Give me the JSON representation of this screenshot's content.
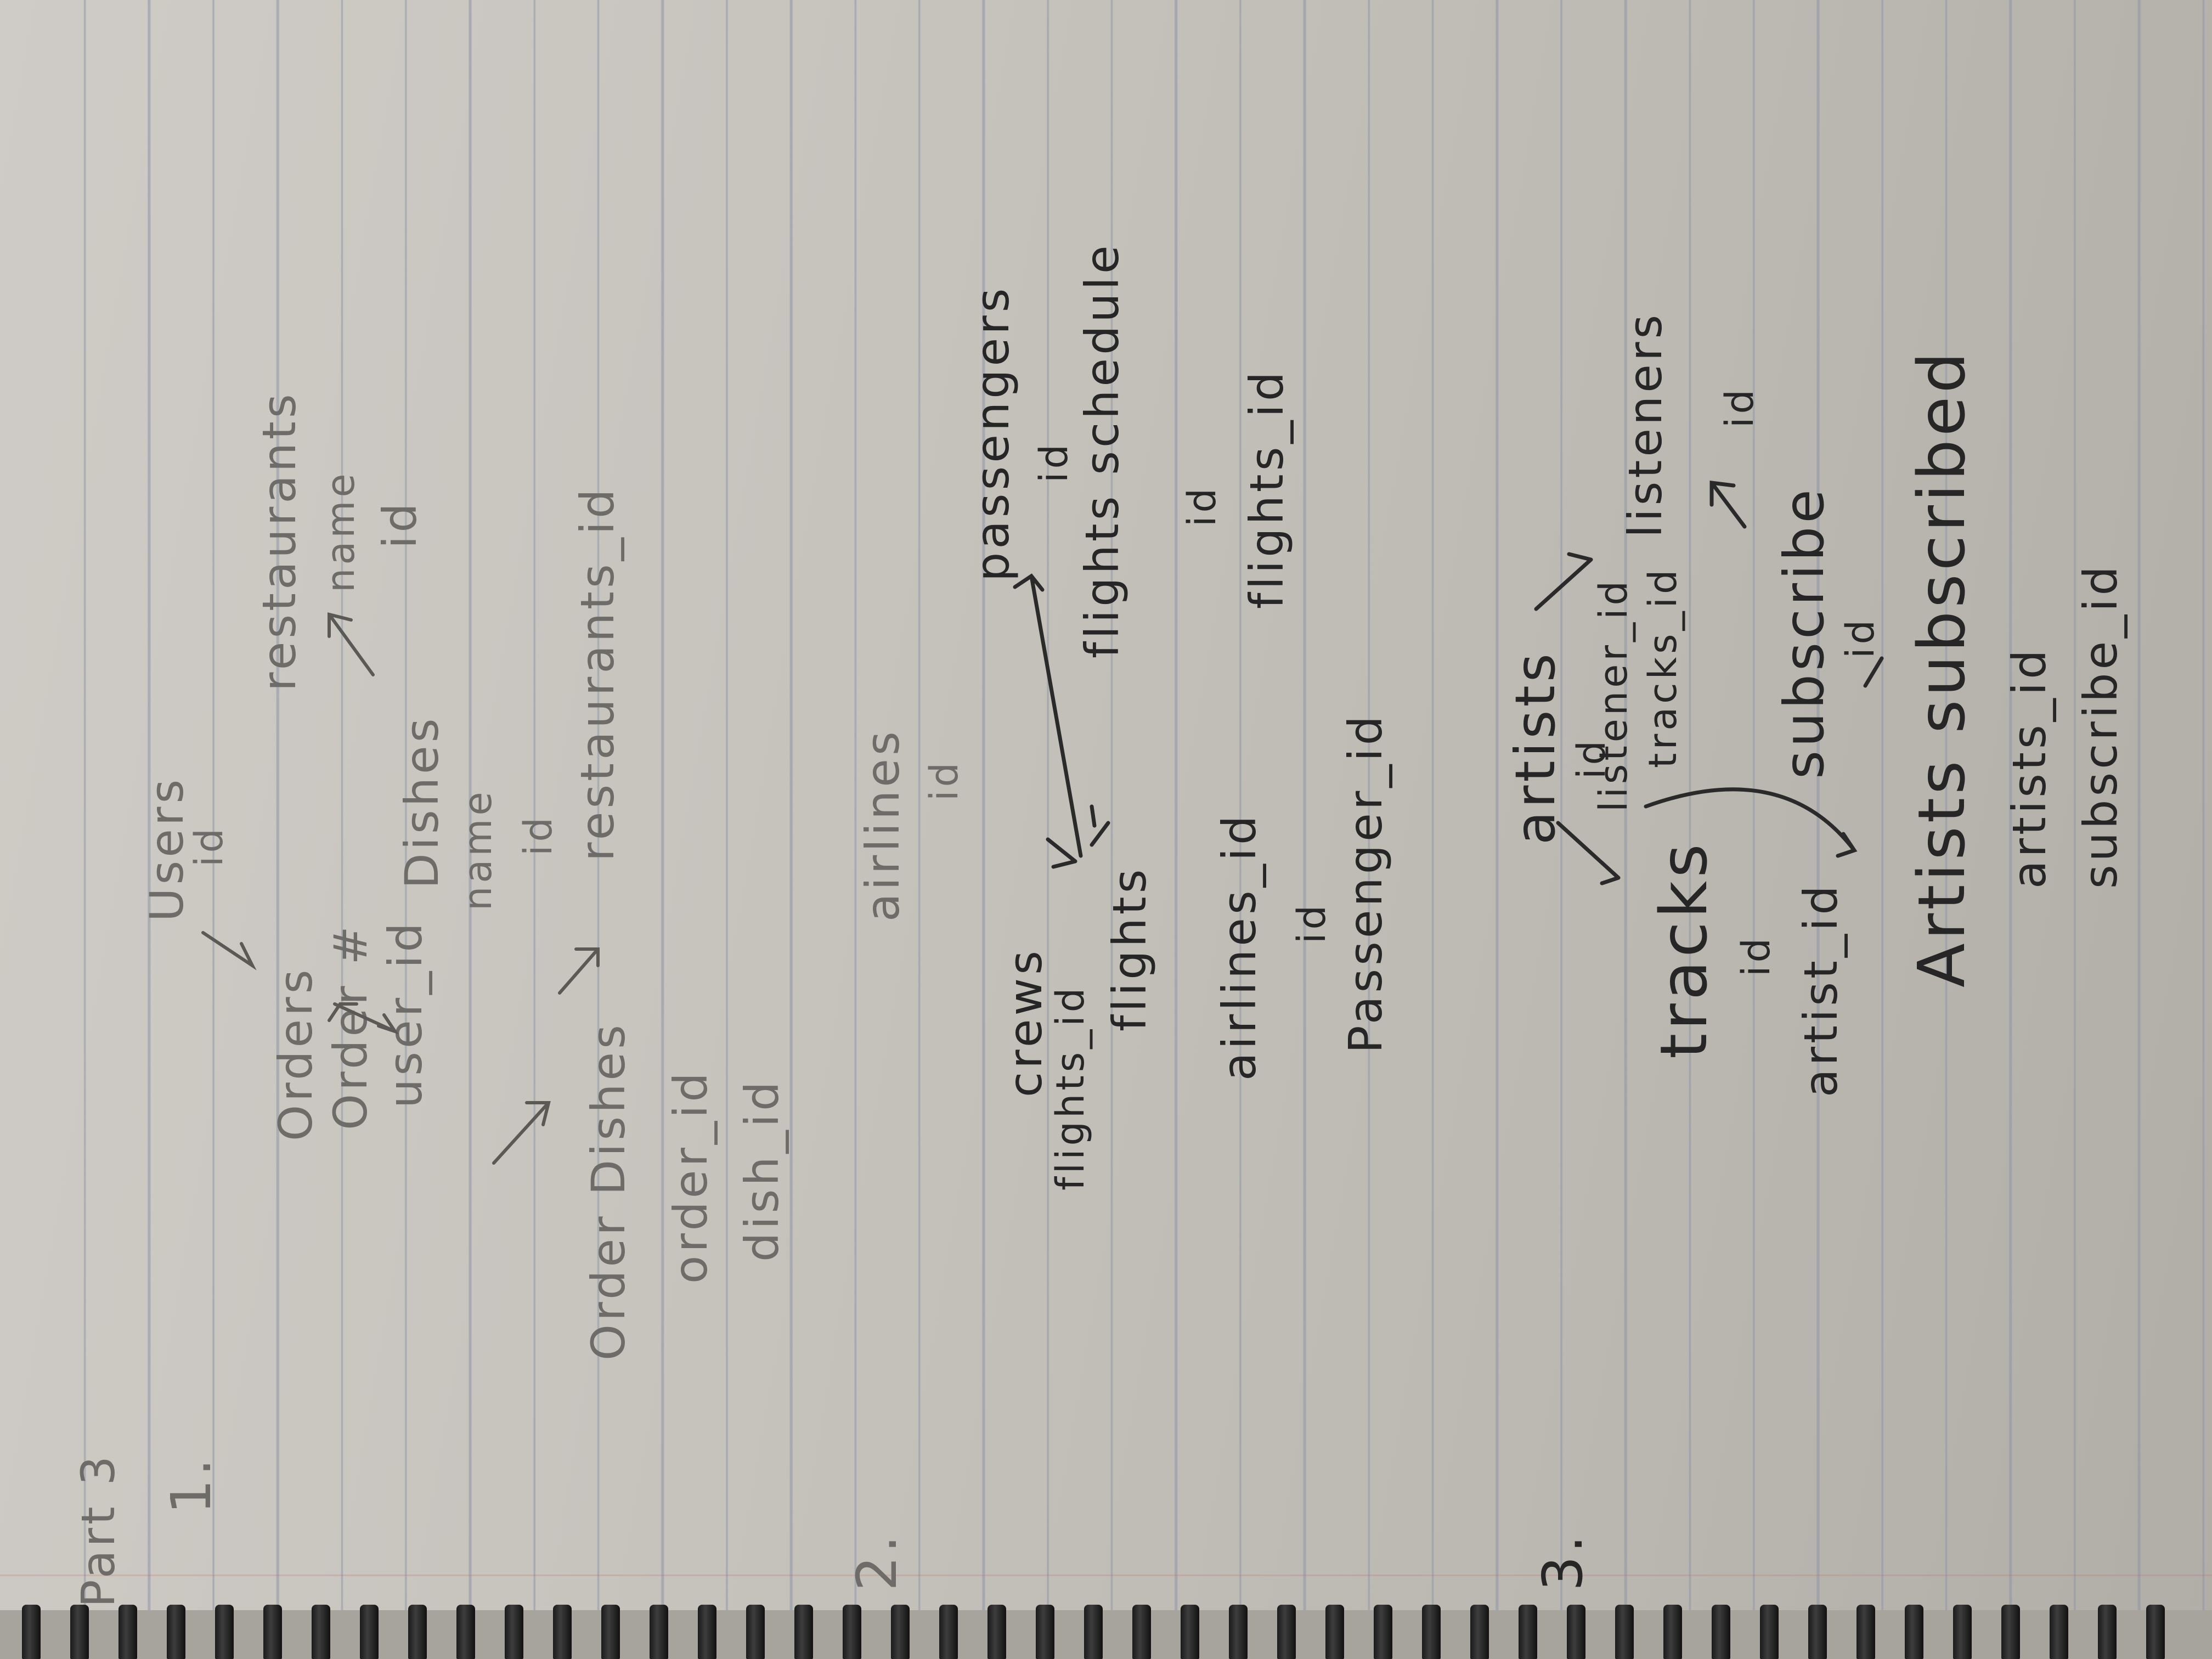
{
  "colors": {
    "paper": "#c8c4be",
    "ruled_line": "#8c96a5",
    "ink": "#262626",
    "pencil": "#6e6c69",
    "binding": "#1a1a1a"
  },
  "header": {
    "part": "Part 3"
  },
  "problem1": {
    "number": "1.",
    "users": {
      "title": "Users",
      "field": "id"
    },
    "restaurants": {
      "title": "restaurants",
      "field1": "name",
      "field2": "id"
    },
    "orders": {
      "title": "Orders",
      "field1": "Order #",
      "field2": "user_id"
    },
    "dishes": {
      "title": "Dishes",
      "field1": "name",
      "field2": "id",
      "field3": "restaurants_id"
    },
    "order_dishes": {
      "title": "Order Dishes",
      "field1": "order_id",
      "field2": "dish_id"
    }
  },
  "problem2": {
    "number": "2.",
    "airlines": {
      "title": "airlines",
      "field": "id"
    },
    "passengers": {
      "title": "passengers",
      "field": "id"
    },
    "flights_schedule": {
      "title": "flights schedule",
      "field1": "id",
      "field2": "flights_id"
    },
    "crews": {
      "title": "crews",
      "field": "flights_id"
    },
    "flights": {
      "title": "flights",
      "field1": "airlines_id",
      "field2": "id",
      "field3": "Passenger_id"
    }
  },
  "problem3": {
    "number": "3.",
    "artists": {
      "title": "artists",
      "field": "id"
    },
    "listener_tracks": {
      "field1": "listener_id",
      "field2": "tracks_id"
    },
    "listeners": {
      "title": "listeners",
      "field": "id"
    },
    "tracks": {
      "title": "tracks",
      "field1": "id",
      "field2": "artist_id"
    },
    "subscribe": {
      "title": "subscribe",
      "field": "id"
    },
    "artists_subscribed": {
      "title": "Artists subscribed",
      "field1": "artists_id",
      "field2": "subscribe_id"
    }
  }
}
